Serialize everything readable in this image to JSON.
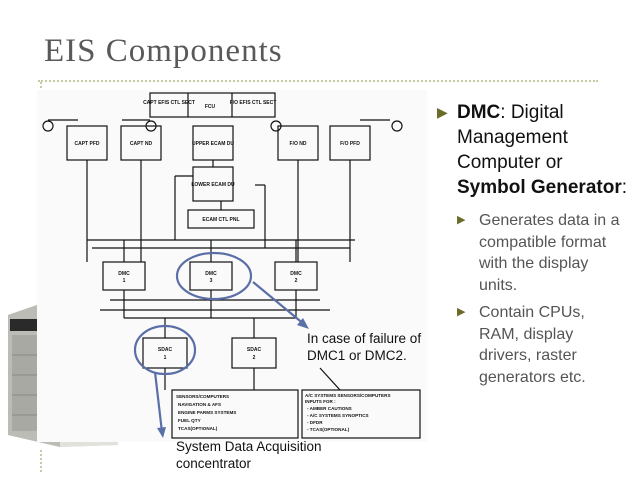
{
  "slide": {
    "title": "EIS Components"
  },
  "diagram": {
    "control_panel": {
      "left": "CAPT EFIS CTL SECT",
      "center": "FCU",
      "right": "F/O EFIS CTL SECT"
    },
    "displays": {
      "capt_pfd": "CAPT PFD",
      "capt_nd": "CAPT ND",
      "upper_ecam": "UPPER ECAM DU",
      "lower_ecam": "LOWER ECAM DU",
      "fo_nd": "F/O ND",
      "fo_pfd": "F/O PFD",
      "ecam_panel": "ECAM CTL PNL"
    },
    "dmc": [
      {
        "name": "DMC",
        "num": "1"
      },
      {
        "name": "DMC",
        "num": "3"
      },
      {
        "name": "DMC",
        "num": "2"
      }
    ],
    "sdac": [
      {
        "name": "SDAC",
        "num": "1"
      },
      {
        "name": "SDAC",
        "num": "2"
      }
    ],
    "sensors_left": [
      "SENSORS/COMPUTERS",
      "NAVIGATION & AFS",
      "ENGINE PARMS SYSTEMS",
      "FUEL QTY",
      "TCAS(OPTIONAL)"
    ],
    "sensors_right": [
      "A/C SYSTEMS SENSORS/COMPUTERS",
      "INPUTS FOR :",
      "- AMBER CAUTIONS",
      "- A/C SYSTEMS SYNOPTICS",
      "- DFDR",
      "- TCAS(OPTIONAL)"
    ]
  },
  "bullets": {
    "main": {
      "term": "DMC",
      "rest1": ": Digital Management Computer or ",
      "term2": "Symbol Generator",
      "rest2": ":"
    },
    "sub": [
      "Generates data in a compatible format with the display units.",
      "Contain CPUs, RAM, display drivers, raster generators etc."
    ]
  },
  "annotations": {
    "failure": [
      "In case of failure of",
      "DMC1 or DMC2."
    ],
    "sdac": [
      "System Data Acquisition",
      "concentrator"
    ]
  },
  "colors": {
    "accent": "#5a6ea8",
    "bullet": "#6b6b2a",
    "rule": "#c9c9a0"
  }
}
